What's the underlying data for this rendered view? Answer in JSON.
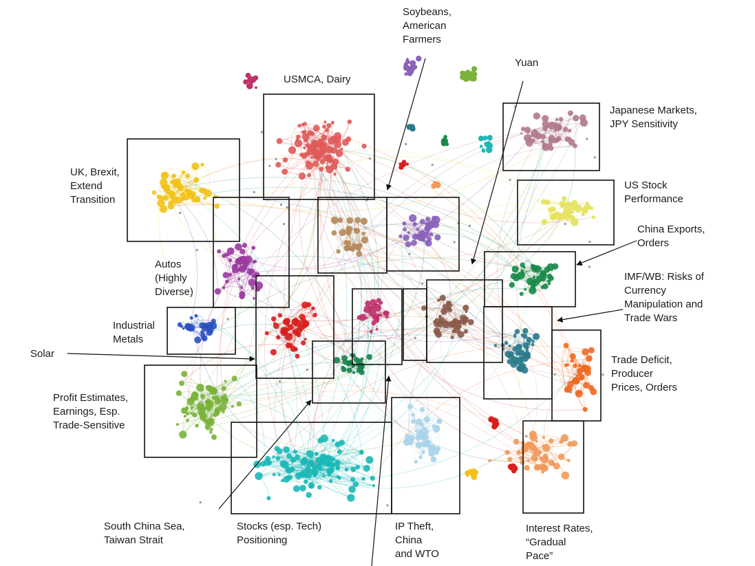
{
  "labels": {
    "soybeans": "Soybeans,\nAmerican\nFarmers",
    "yuan": "Yuan",
    "usmca": "USMCA, Dairy",
    "japan": "Japanese Markets,\nJPY Sensitivity",
    "uk": "UK, Brexit,\nExtend\nTransition",
    "usstock": "US Stock\nPerformance",
    "chinaexports": "China Exports,\nOrders",
    "autos": "Autos\n(Highly\nDiverse)",
    "imf": "IMF/WB: Risks of\nCurrency\nManipulation and\nTrade Wars",
    "metals": "Industrial\nMetals",
    "solar": "Solar",
    "tradedeficit": "Trade Deficit,\nProducer\nPrices, Orders",
    "profit": "Profit Estimates,\nEarnings, Esp.\nTrade-Sensitive",
    "southchina": "South China Sea,\nTaiwan Strait",
    "stocks": "Stocks (esp. Tech)\nPositioning",
    "ip": "IP Theft,\nChina\nand WTO",
    "rates": "Interest Rates,\n“Gradual\nPace”"
  },
  "clusters": [
    {
      "name": "usmca-cluster",
      "color": "#e05a5a"
    },
    {
      "name": "uk-cluster",
      "color": "#f2c21a"
    },
    {
      "name": "japan-cluster",
      "color": "#b07a8a"
    },
    {
      "name": "usstock-cluster",
      "color": "#e3e35a"
    },
    {
      "name": "china-exports-cluster",
      "color": "#1a8a4a"
    },
    {
      "name": "autos-cluster",
      "color": "#9a3aa0"
    },
    {
      "name": "metals-cluster",
      "color": "#2a50c0"
    },
    {
      "name": "solar-cluster",
      "color": "#d81e1e"
    },
    {
      "name": "profit-cluster",
      "color": "#7ab33a"
    },
    {
      "name": "stocks-cluster",
      "color": "#1cb8b8"
    },
    {
      "name": "ip-cluster",
      "color": "#a8d4ea"
    },
    {
      "name": "trade-deficit-cluster",
      "color": "#ee6a22"
    },
    {
      "name": "rates-cluster",
      "color": "#f09a5a"
    },
    {
      "name": "imf-cluster",
      "color": "#2a7a8a"
    },
    {
      "name": "yuan-cluster",
      "color": "#8a5a4a"
    },
    {
      "name": "soybeans-cluster",
      "color": "#8a62b8"
    },
    {
      "name": "dairy-cluster",
      "color": "#b58a5a"
    },
    {
      "name": "magenta-cluster",
      "color": "#c0306a"
    },
    {
      "name": "green-cluster",
      "color": "#1a8050"
    }
  ]
}
